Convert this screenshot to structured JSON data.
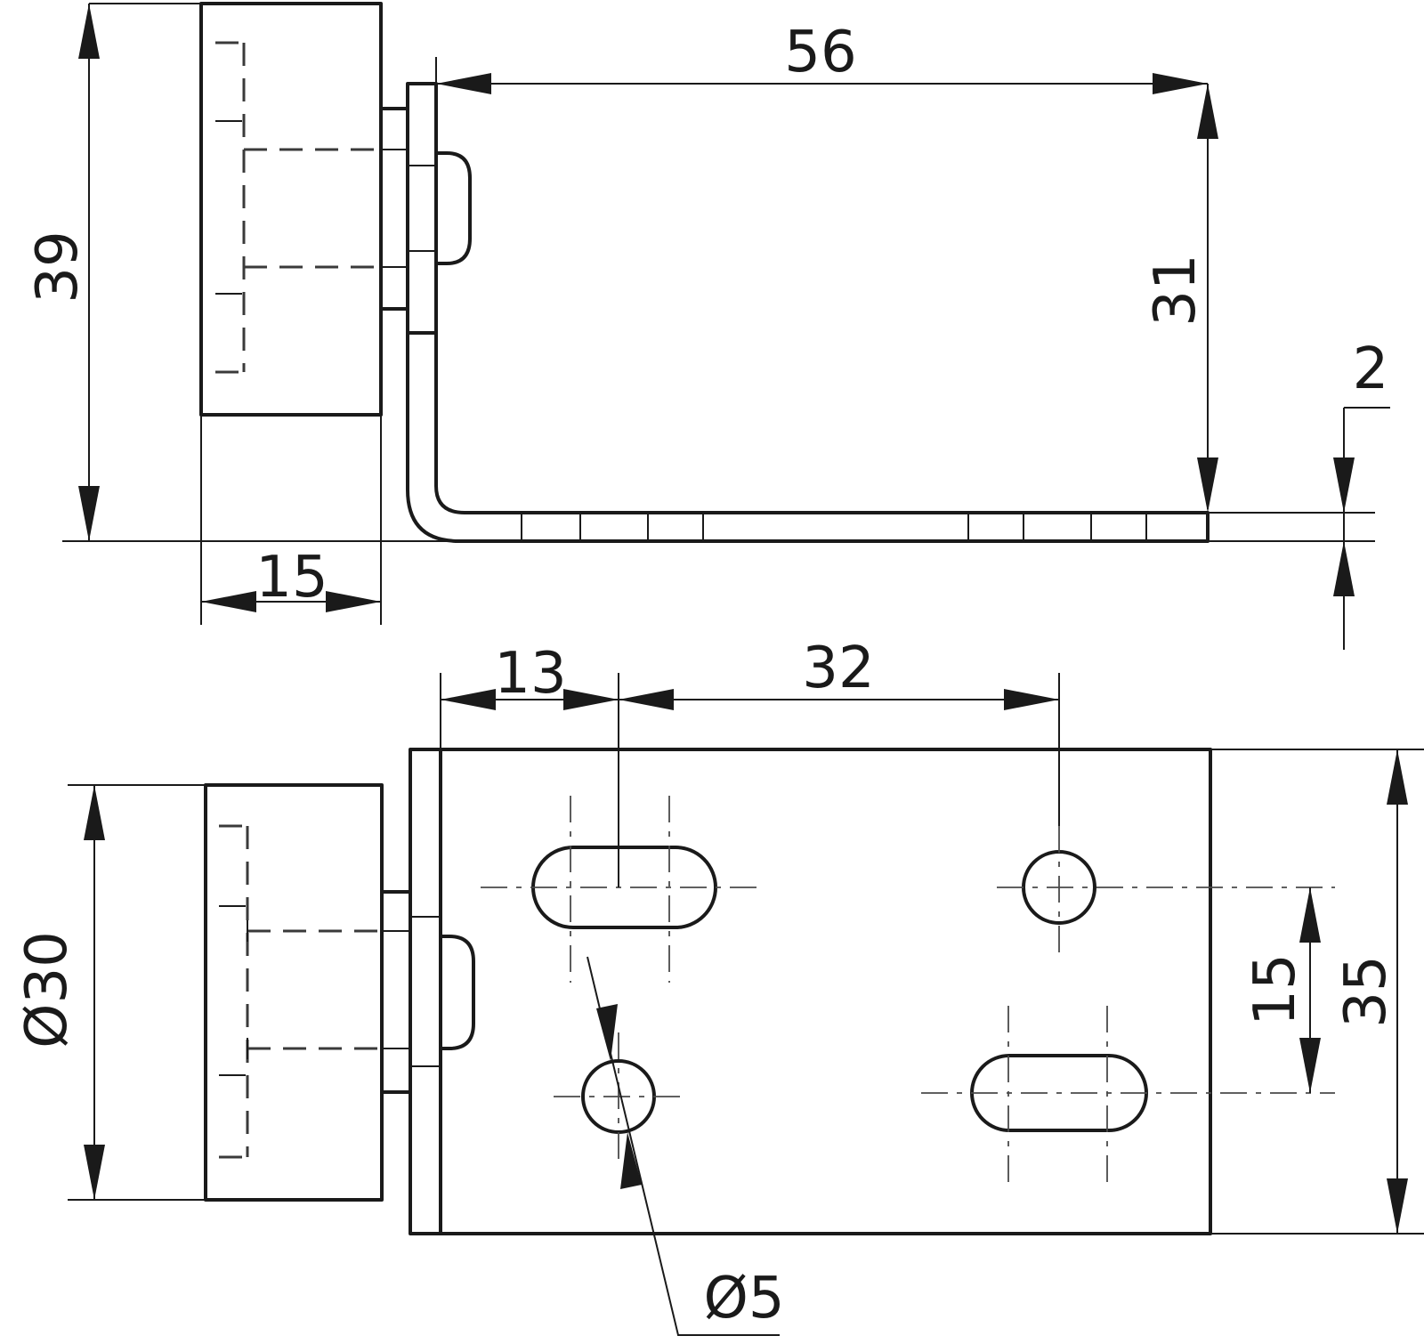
{
  "drawing": {
    "dimensions": {
      "width_56": "56",
      "height_39": "39",
      "height_31": "31",
      "thickness_2": "2",
      "depth_15": "15",
      "offset_13": "13",
      "spacing_32": "32",
      "spacing_15": "15",
      "width_35": "35",
      "diameter_30": "Ø30",
      "diameter_5": "Ø5"
    }
  }
}
